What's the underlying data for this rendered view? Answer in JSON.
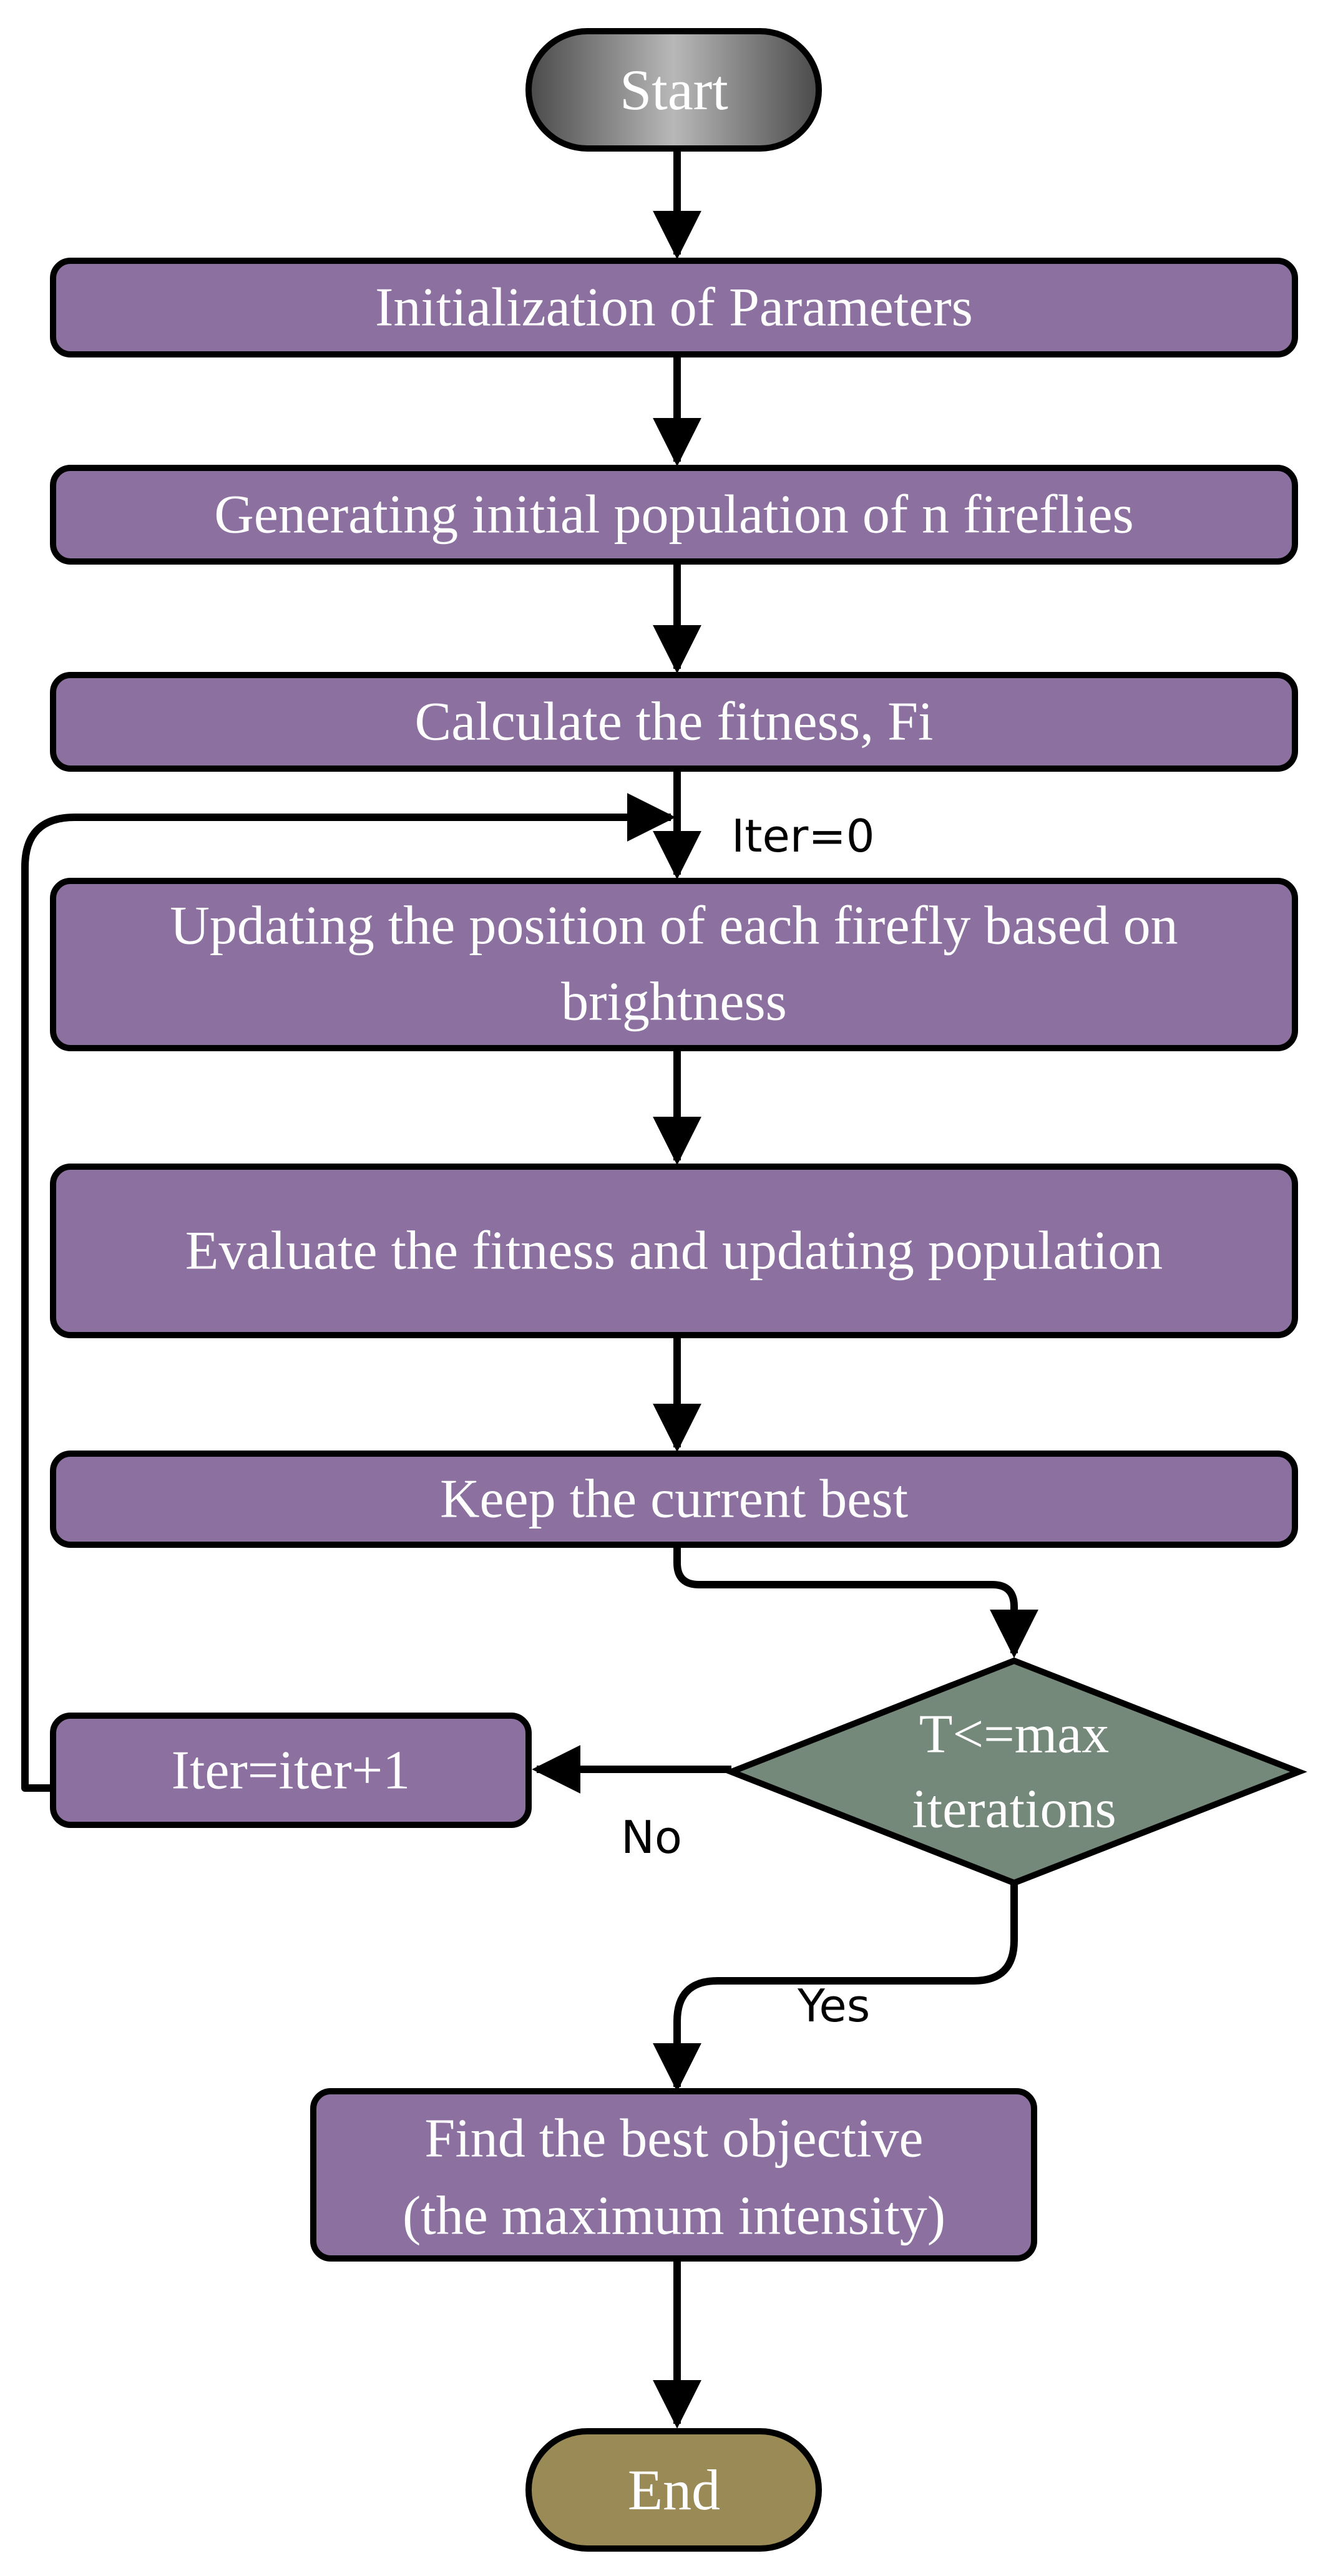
{
  "nodes": {
    "start": "Start",
    "init": "Initialization of Parameters",
    "generate": "Generating initial population of n fireflies",
    "calculate": "Calculate the fitness, Fi",
    "update_line1": "Updating the position of each firefly based on",
    "update_line2": "brightness",
    "evaluate": "Evaluate the fitness and updating population",
    "keep": "Keep the current best",
    "decision_line1": "T<=max",
    "decision_line2": "iterations",
    "iter_inc": "Iter=iter+1",
    "find_line1": "Find the best objective",
    "find_line2": "(the maximum intensity)",
    "end": "End"
  },
  "labels": {
    "iter_zero": "Iter=0",
    "no": "No",
    "yes": "Yes"
  },
  "colors": {
    "process": "#8b70a0",
    "decision": "#75897a",
    "start": "#8a8a8a",
    "end": "#9a8a55"
  }
}
